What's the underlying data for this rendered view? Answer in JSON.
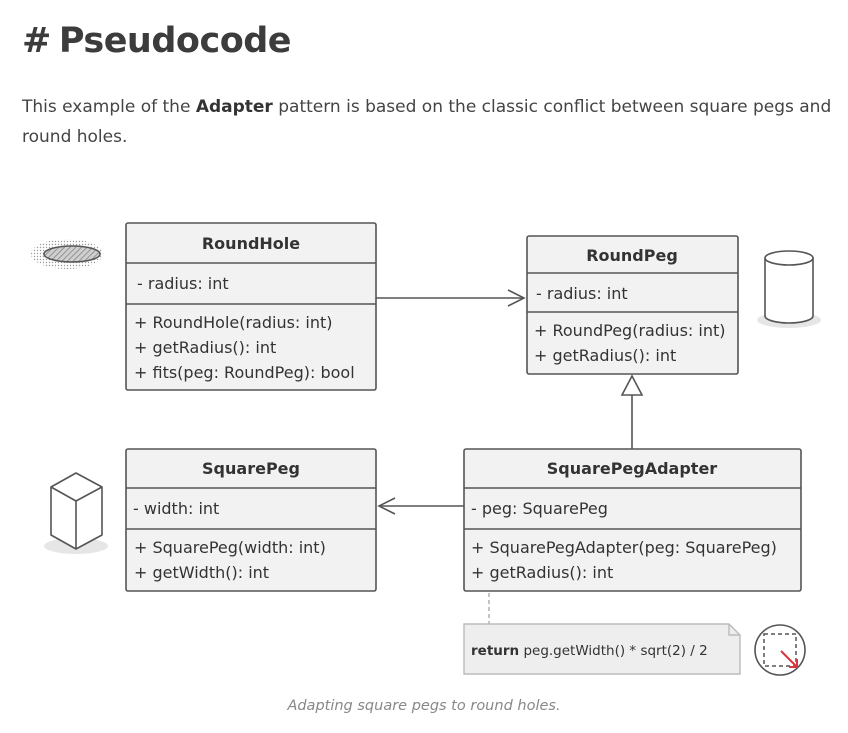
{
  "heading": {
    "hash": "#",
    "text": "Pseudocode"
  },
  "intro": {
    "before": "This example of the ",
    "emphasis": "Adapter",
    "after": " pattern is based on the classic conflict between square pegs and round holes."
  },
  "diagram": {
    "classes": {
      "round_hole": {
        "name": "RoundHole",
        "fields": [
          "- radius: int"
        ],
        "methods": [
          "+ RoundHole(radius: int)",
          "+ getRadius(): int",
          "+ fits(peg: RoundPeg): bool"
        ]
      },
      "round_peg": {
        "name": "RoundPeg",
        "fields": [
          "- radius: int"
        ],
        "methods": [
          "+ RoundPeg(radius: int)",
          "+ getRadius(): int"
        ]
      },
      "square_peg": {
        "name": "SquarePeg",
        "fields": [
          "- width: int"
        ],
        "methods": [
          "+ SquarePeg(width: int)",
          "+ getWidth(): int"
        ]
      },
      "square_peg_adapter": {
        "name": "SquarePegAdapter",
        "fields": [
          "- peg: SquarePeg"
        ],
        "methods": [
          "+ SquarePegAdapter(peg: SquarePeg)",
          "+ getRadius(): int"
        ]
      }
    },
    "note": {
      "keyword": "return",
      "code": " peg.getWidth() * sqrt(2) / 2"
    },
    "icons": [
      "round-hole-icon",
      "round-peg-cylinder-icon",
      "square-peg-cube-icon",
      "adapter-icon"
    ]
  },
  "caption": "Adapting square pegs to round holes.",
  "colors": {
    "border": "#555555",
    "box_fill": "#f2f2f2",
    "accent": "#d9363e",
    "text": "#333333"
  }
}
